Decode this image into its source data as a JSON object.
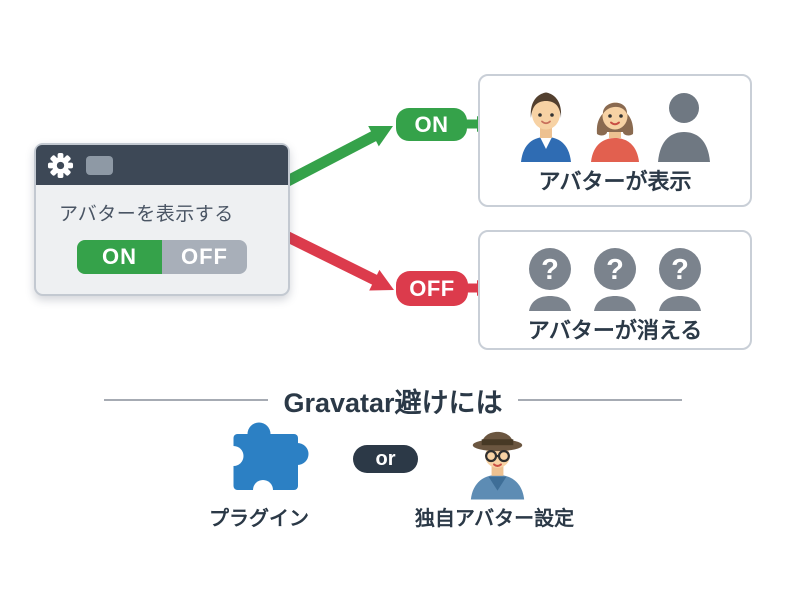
{
  "diagram": {
    "window": {
      "setting_label": "アバターを表示する",
      "toggle_on": "ON",
      "toggle_off": "OFF"
    },
    "on_branch": {
      "badge": "ON",
      "result": "アバターが表示"
    },
    "off_branch": {
      "badge": "OFF",
      "result": "アバターが消える",
      "mystery_mark": "?"
    },
    "footer": {
      "heading": "Gravatar避けには",
      "or": "or",
      "options": [
        {
          "label": "プラグイン",
          "icon": "puzzle-icon"
        },
        {
          "label": "独自アバター設定",
          "icon": "person-hat-icon"
        }
      ]
    },
    "icons": {
      "gear": "gear-icon",
      "window_button": "window-control-button",
      "man": "man-avatar-icon",
      "woman": "woman-avatar-icon",
      "silhouette": "silhouette-avatar-icon",
      "mystery": "mystery-avatar-icon",
      "puzzle": "puzzle-icon",
      "person_hat": "person-hat-icon"
    },
    "colors": {
      "green": "#35A24A",
      "red": "#DC3B4C",
      "navy_text": "#2B3947",
      "header_navy": "#3D4856",
      "toggle_off_gray": "#A8AFB9",
      "panel_bg": "#EEF0F2",
      "box_border": "#C9CFD7",
      "silhouette_gray": "#6F7882",
      "mystery_gray": "#7B838D",
      "puzzle_blue": "#2C80C4",
      "or_navy": "#2C3947"
    }
  }
}
